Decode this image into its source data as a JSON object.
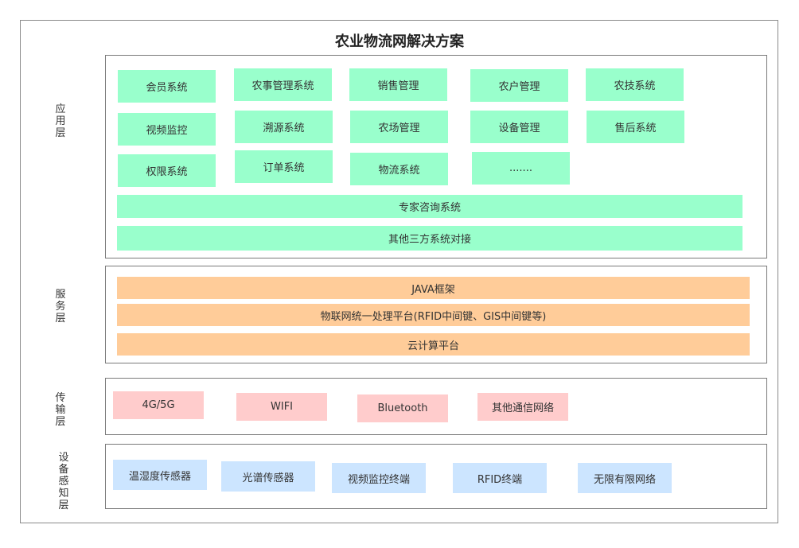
{
  "title": "农业物流网解决方案",
  "colors": {
    "application": "#99ffcc",
    "service": "#ffcc99",
    "transport": "#ffcccc",
    "device": "#cce5ff",
    "border": "#7a7a7a"
  },
  "layers": {
    "application": {
      "label": "应用层",
      "modules": [
        "会员系统",
        "农事管理系统",
        "销售管理",
        "农户管理",
        "农技系统",
        "视频监控",
        "溯源系统",
        "农场管理",
        "设备管理",
        "售后系统",
        "权限系统",
        "订单系统",
        "物流系统",
        "......."
      ],
      "wide": [
        "专家咨询系统",
        "其他三方系统对接"
      ]
    },
    "service": {
      "label": "服务层",
      "bars": [
        "JAVA框架",
        "物联网统一处理平台(RFID中间键、GIS中间键等)",
        "云计算平台"
      ]
    },
    "transport": {
      "label": "传输层",
      "items": [
        "4G/5G",
        "WIFI",
        "Bluetooth",
        "其他通信网络"
      ]
    },
    "device": {
      "label": "设备感知层",
      "items": [
        "温湿度传感器",
        "光谱传感器",
        "视频监控终端",
        "RFID终端",
        "无限有限网络"
      ]
    }
  }
}
